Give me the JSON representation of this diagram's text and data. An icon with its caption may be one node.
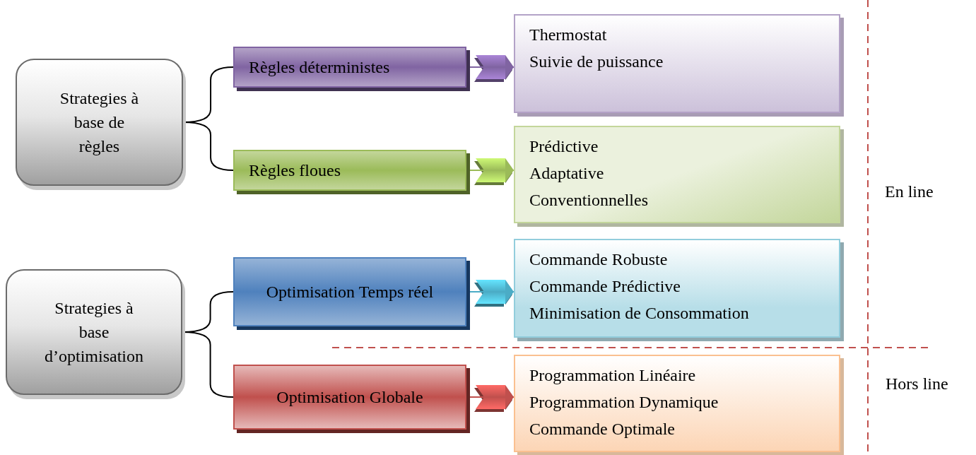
{
  "diagram": {
    "nodes": [
      {
        "text": [
          "Strategies à base de règles"
        ]
      },
      {
        "text": [
          "Règles déterministes"
        ]
      },
      {
        "text": [
          "Thermostat",
          "Suivie de puissance"
        ]
      },
      {
        "text": [
          "Règles floues"
        ]
      },
      {
        "text": [
          "Prédictive",
          "Adaptative",
          "Conventionnelles"
        ]
      },
      {
        "text": [
          "Strategies à base d’optimisation"
        ]
      },
      {
        "text": [
          "Optimisation Temps réel"
        ]
      },
      {
        "text": [
          "Commande Robuste",
          "Commande Prédictive",
          "Minimisation de Consommation"
        ]
      },
      {
        "text": [
          "Optimisation Globale"
        ]
      },
      {
        "text": [
          "Programmation Linéaire",
          "Programmation Dynamique",
          "Commande Optimale"
        ]
      }
    ],
    "edges": [
      {
        "from": 0,
        "to": 1,
        "arrow": "none"
      },
      {
        "from": 0,
        "to": 3,
        "arrow": "none"
      },
      {
        "from": 5,
        "to": 6,
        "arrow": "none"
      },
      {
        "from": 5,
        "to": 8,
        "arrow": "none"
      },
      {
        "from": 1,
        "to": 2,
        "arrow": "to",
        "color": "#8064a2"
      },
      {
        "from": 3,
        "to": 4,
        "arrow": "to",
        "color": "#9bbb59"
      },
      {
        "from": 6,
        "to": 7,
        "arrow": "to",
        "color": "#4bacc6"
      },
      {
        "from": 8,
        "to": 9,
        "arrow": "to",
        "color": "#c0504d"
      }
    ],
    "labels": [
      "En line",
      "Hors line"
    ]
  }
}
